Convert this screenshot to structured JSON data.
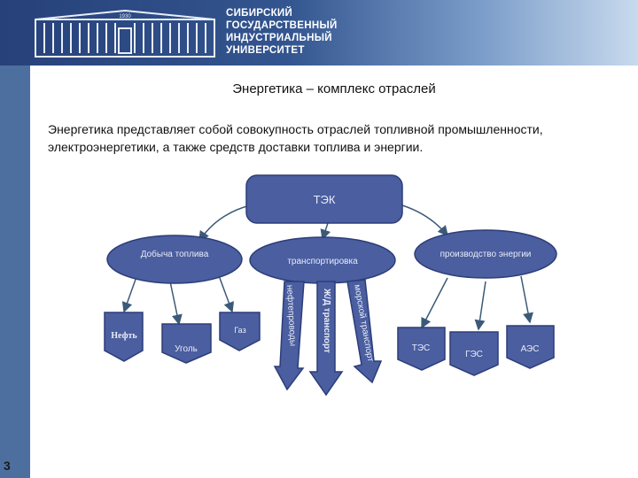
{
  "header": {
    "university_name": [
      "СИБИРСКИЙ",
      "ГОСУДАРСТВЕННЫЙ",
      "ИНДУСТРИАЛЬНЫЙ",
      "УНИВЕРСИТЕТ"
    ],
    "logo_caption": "1930"
  },
  "slide": {
    "title": "Энергетика – комплекс отраслей",
    "intro": "Энергетика представляет собой совокупность отраслей топливной промышленности, электроэнергетики, а также средств доставки топлива и энергии.",
    "page_number": "3"
  },
  "diagram": {
    "root": "ТЭК",
    "branches": {
      "fuel": "Добыча топлива",
      "transport": "транспортировка",
      "energy": "производство энергии"
    },
    "fuel_items": [
      "Нефть",
      "Уголь",
      "Газ"
    ],
    "transport_items": [
      "нефтепроводы",
      "Ж/Д транспорт",
      "морской транспорт"
    ],
    "energy_items": [
      "ТЭС",
      "ГЭС",
      "АЭС"
    ],
    "colors": {
      "shape_fill": "#4a5ea0",
      "shape_stroke": "#2c3d78",
      "connector": "#3c5a78",
      "header_dark": "#27417a",
      "header_light": "#c8daee"
    }
  }
}
